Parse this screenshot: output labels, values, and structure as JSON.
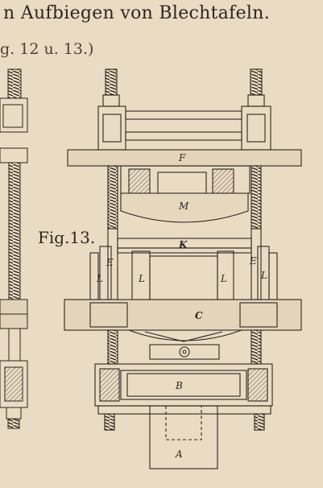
{
  "header": {
    "title": "n Aufbiegen von Blechtafeln.",
    "subtitle": "g. 12 u. 13.)"
  },
  "figure": {
    "label": "Fig.13.",
    "parts": {
      "F": "F",
      "M": "M",
      "K": "K",
      "E_left": "E",
      "E_right": "E",
      "L1": "L",
      "L2": "L",
      "L3": "L",
      "L4": "L",
      "C": "C",
      "B": "B",
      "A": "A"
    }
  }
}
